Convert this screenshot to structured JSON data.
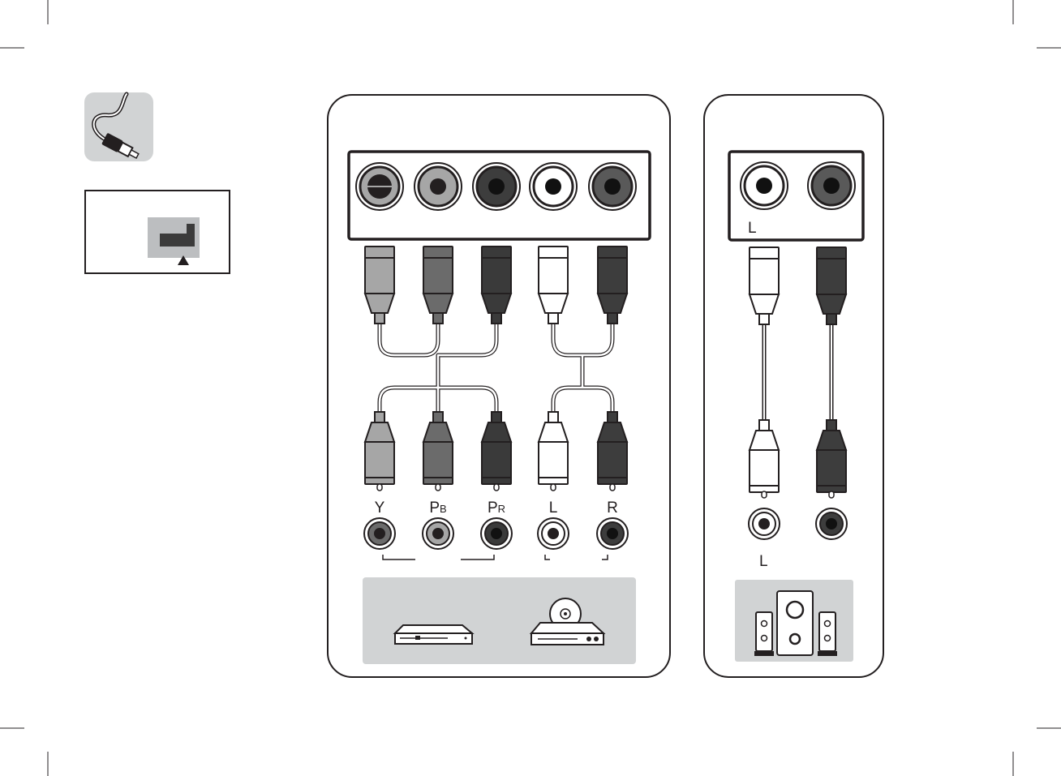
{
  "component_panel": {
    "jack_labels": {
      "y": "Y",
      "pb_main": "P",
      "pb_sub": "B",
      "pr_main": "P",
      "pr_sub": "R",
      "l": "L",
      "r": "R"
    }
  },
  "audio_panel": {
    "port_label_l": "L",
    "jack_label_l": "L"
  },
  "icons": {
    "cable": "rca-cable-icon",
    "tv_port": "tv-port-icon",
    "dvd": "dvd-player-icon",
    "bluray": "disc-player-icon",
    "speakers": "speaker-system-icon"
  },
  "colors": {
    "y_gray": "#a6a6a6",
    "pb_gray": "#6b6b6b",
    "pr_dark": "#3a3a3a",
    "white": "#ffffff",
    "r_dark": "#3d3d3d",
    "panel_gray": "#d1d3d4",
    "outline": "#231f20"
  }
}
